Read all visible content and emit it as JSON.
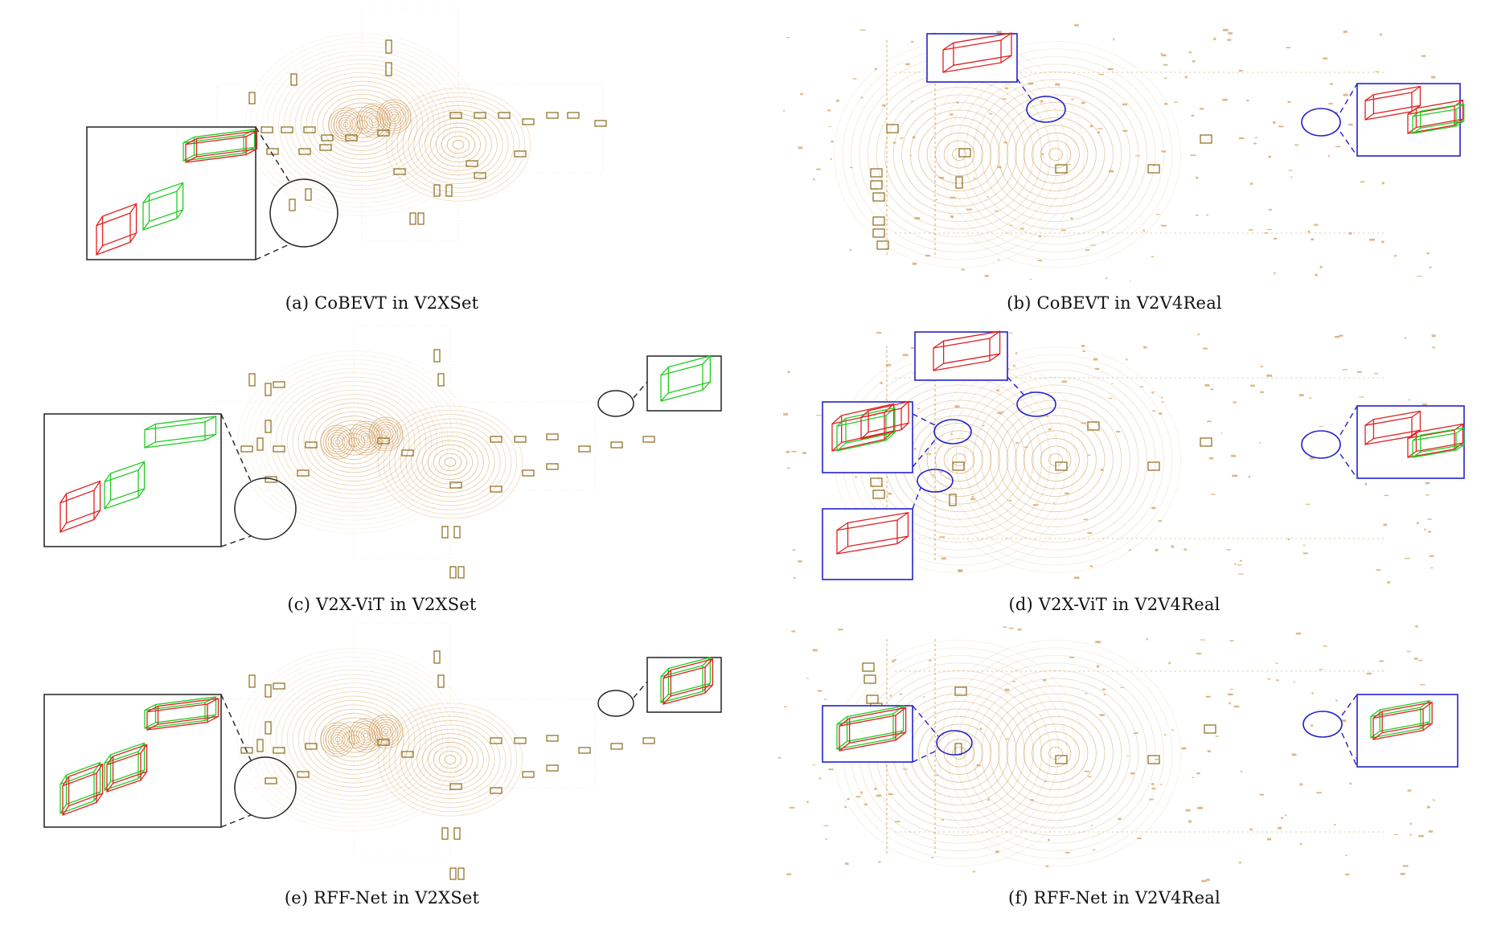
{
  "figure": {
    "captions": {
      "a": "(a) CoBEVT in V2XSet",
      "b": "(b) CoBEVT in V2V4Real",
      "c": "(c) V2X-ViT in V2XSet",
      "d": "(d) V2X-ViT in V2V4Real",
      "e": "(e) RFF-Net in V2XSet",
      "f": "(f) RFF-Net in V2V4Real"
    },
    "colors": {
      "point_cloud": "#c8893a",
      "ground_truth_box": "#22cc22",
      "prediction_box": "#e02020",
      "box_overlap": "#8a6a1a",
      "v2xset_inset": "#222222",
      "v2v4real_inset": "#2222cc"
    }
  }
}
